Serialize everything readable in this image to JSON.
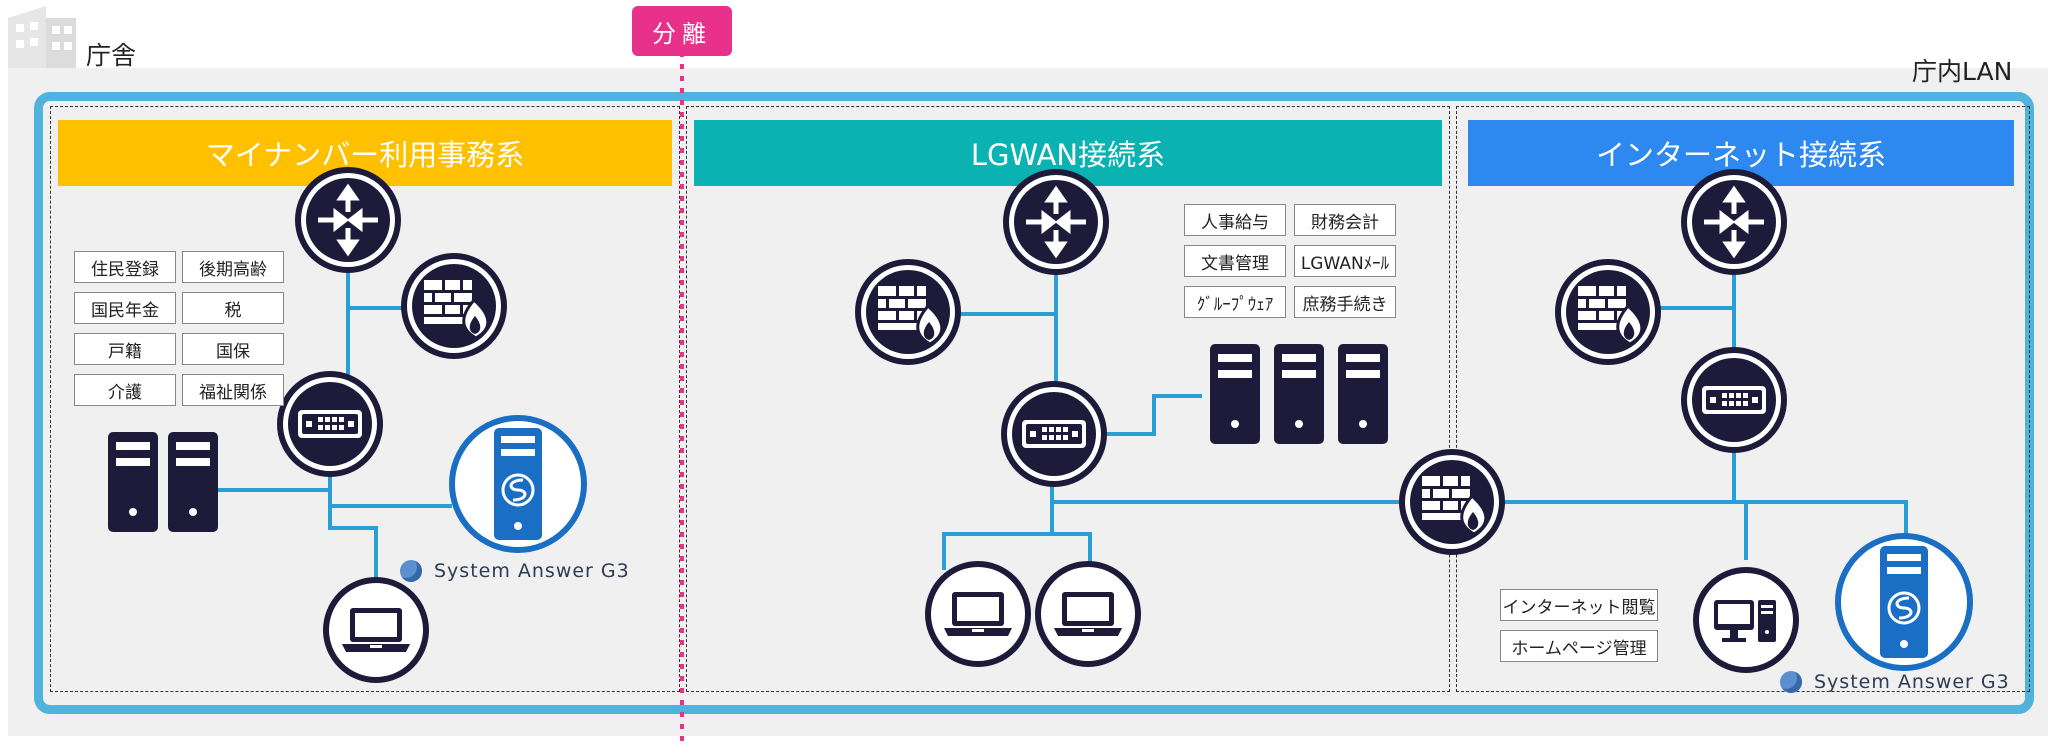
{
  "building": {
    "label": "庁舎",
    "icon": "building-icon"
  },
  "lan": {
    "label": "庁内LAN",
    "border_color": "#4fb3dc"
  },
  "separator": {
    "label": "分離",
    "color": "#e8318a"
  },
  "zones": [
    {
      "title": "マイナンバー利用事務系",
      "color": "#ffc000",
      "tags": [
        "住民登録",
        "後期高齢",
        "国民年金",
        "税",
        "戸籍",
        "国保",
        "介護",
        "福祉関係"
      ]
    },
    {
      "title": "LGWAN接続系",
      "color": "#0bb2b2",
      "tags": [
        "人事給与",
        "財務会計",
        "文書管理",
        "LGWANﾒｰﾙ",
        "ｸﾞﾙｰﾌﾟｳｪｱ",
        "庶務手続き"
      ]
    },
    {
      "title": "インターネット接続系",
      "color": "#2d89ef",
      "tags": [
        "インターネット閲覧",
        "ホームページ管理"
      ]
    }
  ],
  "brand": {
    "name": "System Answer G3"
  },
  "colors": {
    "device_dark": "#1e1b3a",
    "wire": "#2a9fd6",
    "server_blue": "#1a6fc4"
  }
}
